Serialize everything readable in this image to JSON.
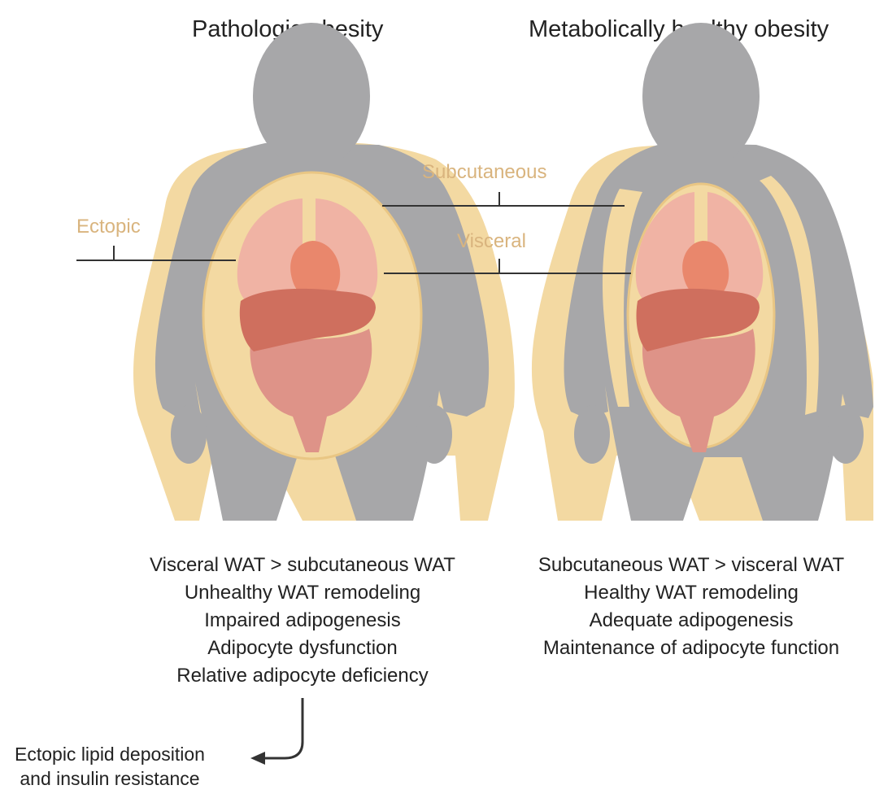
{
  "titles": {
    "left": "Pathologic obesity",
    "right": "Metabolically healthy obesity"
  },
  "labels": {
    "subcutaneous": "Subcutaneous",
    "ectopic": "Ectopic",
    "visceral": "Visceral"
  },
  "left_features": [
    "Visceral WAT > subcutaneous WAT",
    "Unhealthy WAT remodeling",
    "Impaired adipogenesis",
    "Adipocyte dysfunction",
    "Relative adipocyte deficiency"
  ],
  "right_features": [
    "Subcutaneous WAT > visceral WAT",
    "Healthy WAT remodeling",
    "Adequate adipogenesis",
    "Maintenance of adipocyte function"
  ],
  "outcome": {
    "line1": "Ectopic lipid deposition",
    "line2": "and insulin resistance"
  },
  "colors": {
    "body": "#a7a7a9",
    "fat": "#f3d9a2",
    "fat_dark": "#e9c684",
    "label": "#d9b47e",
    "lung": "#f0b3a4",
    "heart": "#e9876c",
    "liver": "#cf6f5e",
    "intestine": "#de9388"
  }
}
